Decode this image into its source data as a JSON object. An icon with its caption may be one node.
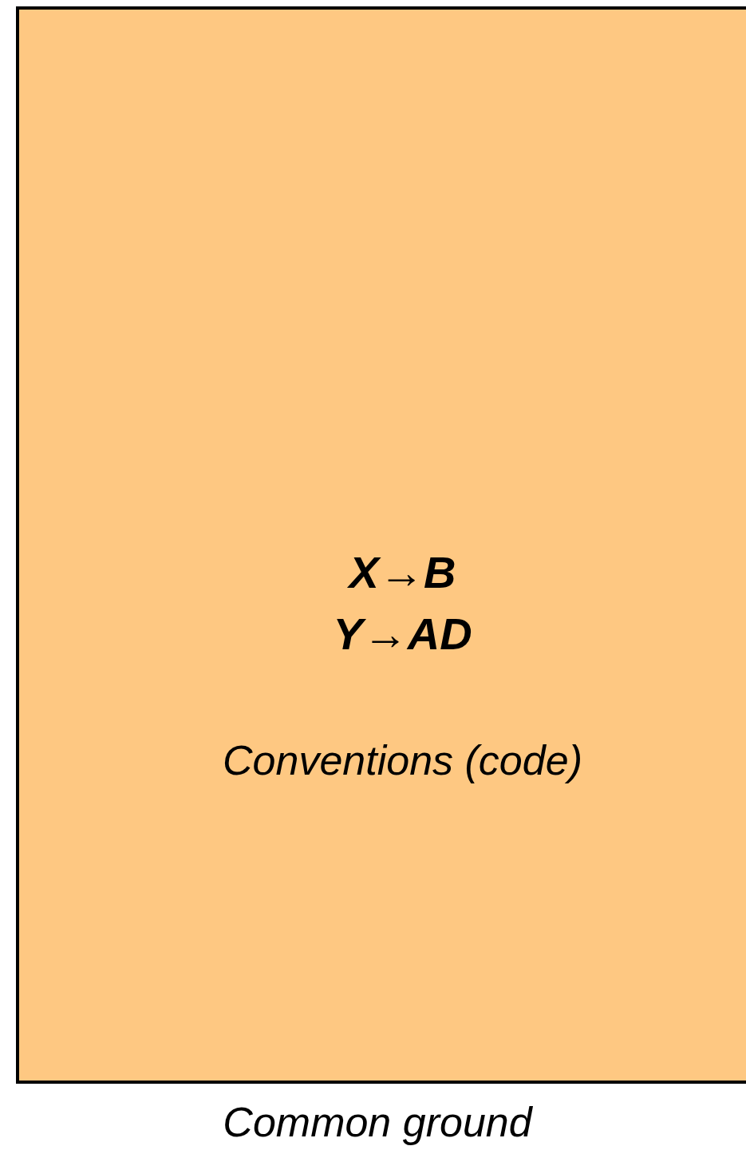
{
  "diagram": {
    "nodes": [
      {
        "text": [
          "X→B",
          "Y→AD",
          "Conventions (code)"
        ],
        "beside": [
          "Common ground"
        ]
      }
    ]
  }
}
